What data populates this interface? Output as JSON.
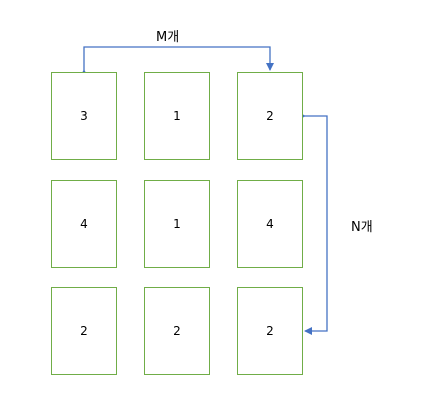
{
  "labels": {
    "m_label": "M개",
    "n_label": "N개"
  },
  "grid": {
    "rows": [
      [
        "3",
        "1",
        "2"
      ],
      [
        "4",
        "1",
        "4"
      ],
      [
        "2",
        "2",
        "2"
      ]
    ]
  },
  "colors": {
    "box_border": "#70ad47",
    "arrow": "#4472c4",
    "text": "#000000"
  }
}
